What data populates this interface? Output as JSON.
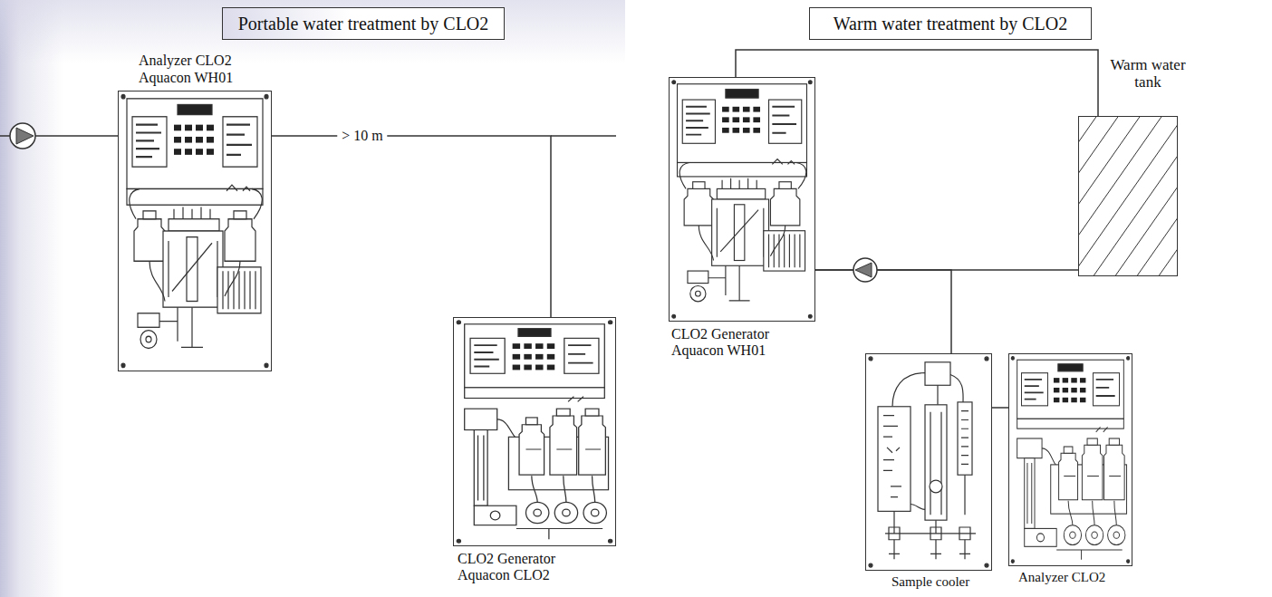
{
  "diagram": {
    "nodes": [
      {
        "text": [
          "Portable water treatment by CLO2"
        ]
      },
      {
        "text": [
          "Analyzer CLO2 Aquacon WH01"
        ]
      },
      {
        "text": [
          "CLO2 Generator Aquacon CLO2"
        ]
      },
      {
        "text": [
          "Warm water treatment by CLO2"
        ]
      },
      {
        "text": [
          "CLO2 Generator Aquacon WH01"
        ]
      },
      {
        "text": [
          "Warm water tank"
        ]
      },
      {
        "text": [
          "Sample cooler"
        ]
      },
      {
        "text": [
          "Analyzer CLO2"
        ]
      }
    ],
    "edges": [
      {
        "from": 1,
        "to": 2,
        "label": "> 10 m",
        "arrow": "none"
      },
      {
        "from": 4,
        "to": 5,
        "arrow": "none"
      },
      {
        "from": 4,
        "to": 5,
        "arrow": "none"
      },
      {
        "from": 4,
        "to": 6,
        "arrow": "none"
      },
      {
        "from": 6,
        "to": 7,
        "arrow": "none"
      }
    ]
  }
}
